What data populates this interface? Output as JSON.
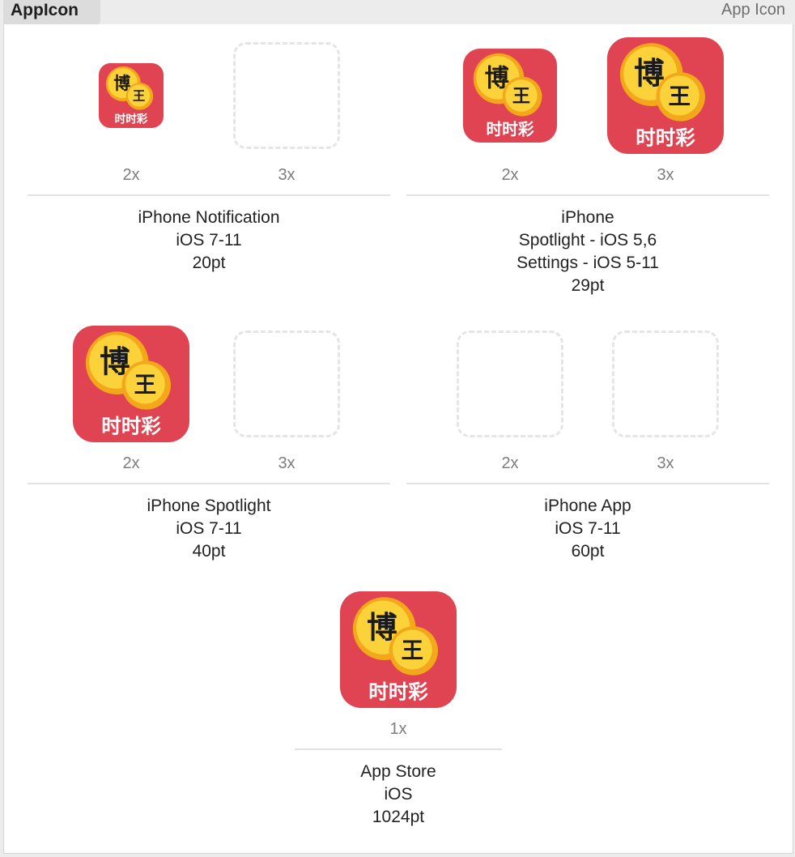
{
  "header": {
    "title": "AppIcon",
    "set_type": "App Icon"
  },
  "icon": {
    "top_char": "博",
    "coin_char": "王",
    "bottom_text": "时时彩",
    "red": "#e04351",
    "gold": "#fcd23a",
    "gold_dark": "#f2a81a",
    "ink": "#1a1a1a"
  },
  "groups": [
    {
      "slots": [
        {
          "scale": "2x",
          "filled": true
        },
        {
          "scale": "3x",
          "filled": false
        }
      ],
      "caption": [
        "iPhone Notification",
        "iOS 7-11",
        "20pt"
      ]
    },
    {
      "slots": [
        {
          "scale": "2x",
          "filled": true
        },
        {
          "scale": "3x",
          "filled": true
        }
      ],
      "caption": [
        "iPhone",
        "Spotlight - iOS 5,6",
        "Settings - iOS 5-11",
        "29pt"
      ]
    },
    {
      "slots": [
        {
          "scale": "2x",
          "filled": true
        },
        {
          "scale": "3x",
          "filled": false
        }
      ],
      "caption": [
        "iPhone Spotlight",
        "iOS 7-11",
        "40pt"
      ]
    },
    {
      "slots": [
        {
          "scale": "2x",
          "filled": false
        },
        {
          "scale": "3x",
          "filled": false
        }
      ],
      "caption": [
        "iPhone App",
        "iOS 7-11",
        "60pt"
      ]
    },
    {
      "slots": [
        {
          "scale": "1x",
          "filled": true
        }
      ],
      "caption": [
        "App Store",
        "iOS",
        "1024pt"
      ]
    }
  ]
}
